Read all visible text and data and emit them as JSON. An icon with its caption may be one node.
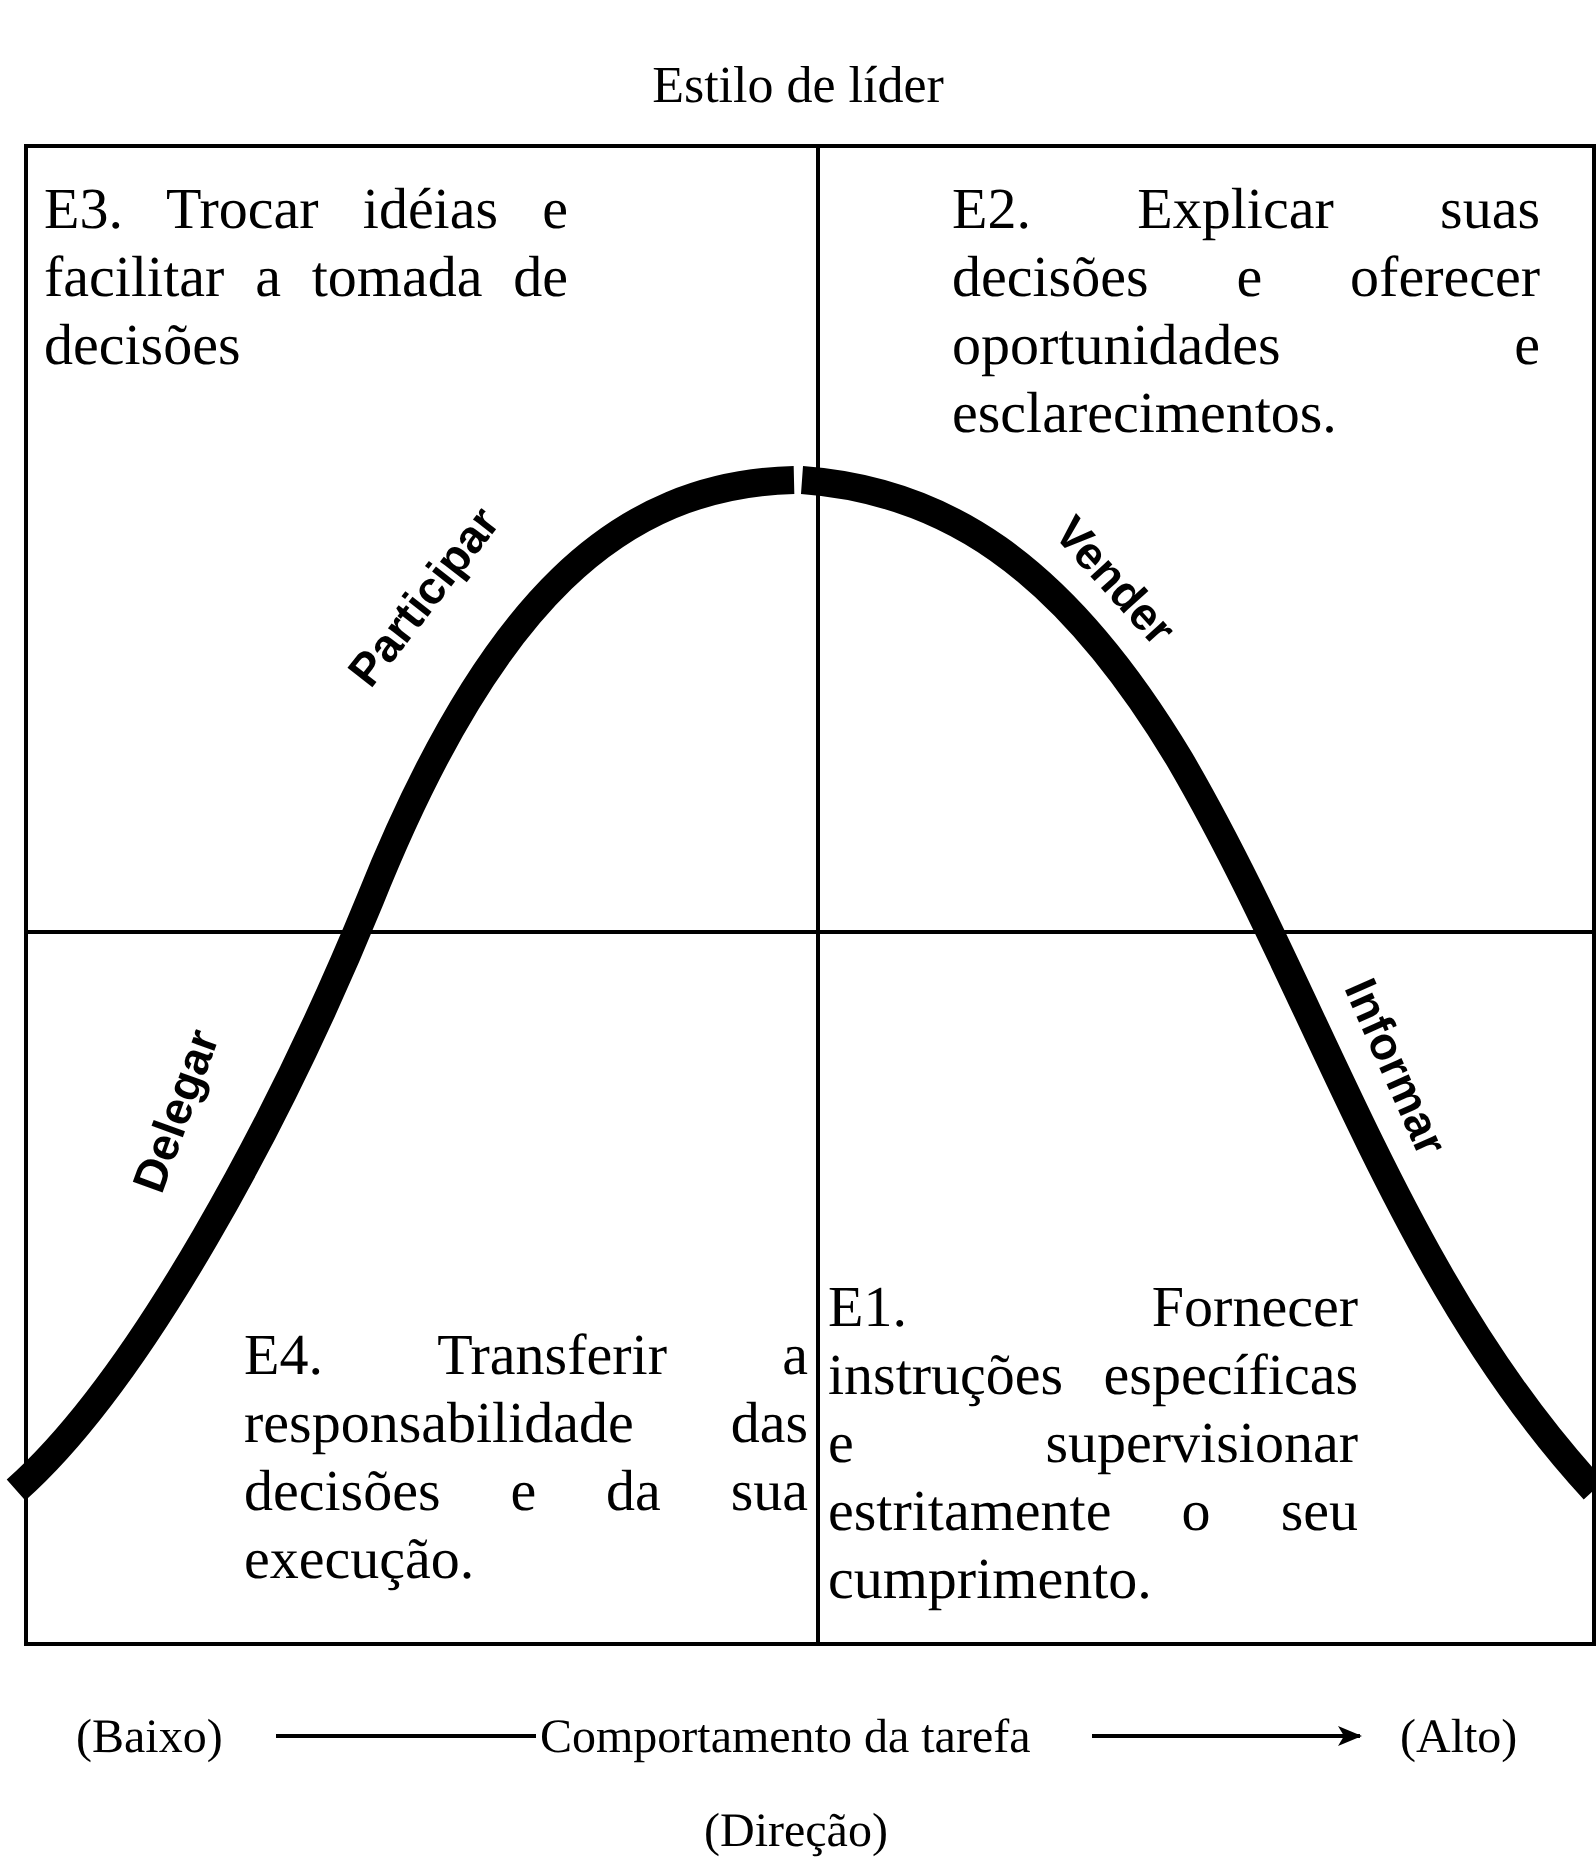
{
  "diagram": {
    "title": "Estilo de líder",
    "nodes": [
      {
        "text": [
          "E3. Trocar idéias e facilitar a tomada de decisões"
        ]
      },
      {
        "text": [
          "E2. Explicar suas decisões e oferecer oportunidades e esclarecimentos."
        ]
      },
      {
        "text": [
          "E4. Transferir a responsabilidade das decisões e da sua execução."
        ]
      },
      {
        "text": [
          "E1. Fornecer instruções específicas e supervisionar estritamente o seu cumprimento."
        ]
      }
    ],
    "labels": [
      "Participar",
      "Vender",
      "Delegar",
      "Informar",
      "(Baixo)",
      "Comportamento da tarefa",
      "(Alto)",
      "(Direção)"
    ]
  }
}
